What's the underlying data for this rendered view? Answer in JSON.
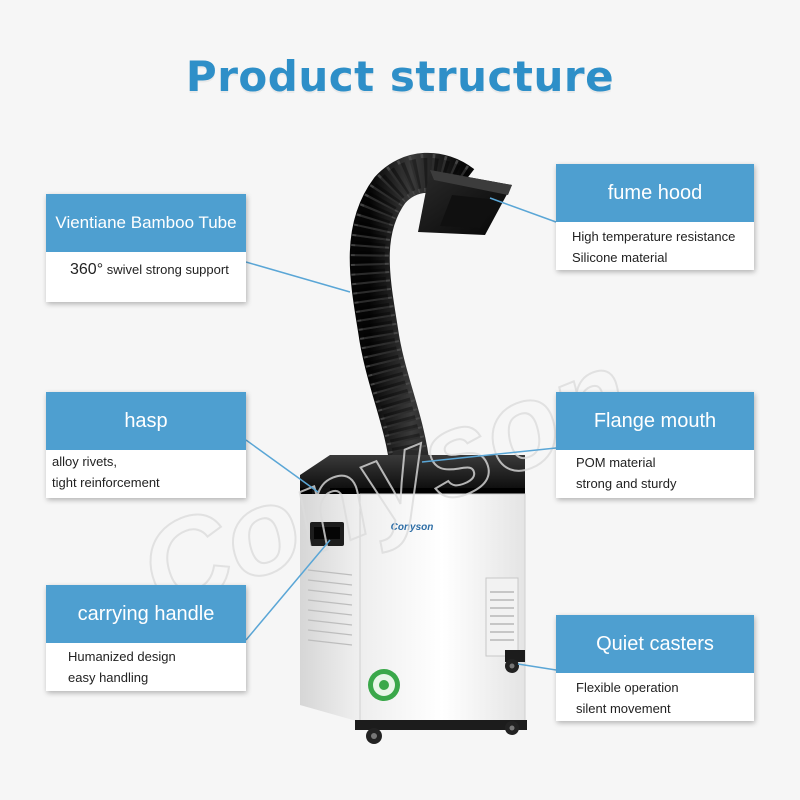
{
  "title": "Product structure",
  "watermark": {
    "brand_text": "Conyson"
  },
  "product": {
    "logo_text": "Conyson"
  },
  "callouts": {
    "bamboo": {
      "title": "Vientiane Bamboo Tube",
      "line1_big": "360°",
      "line1_rest": " swivel strong support"
    },
    "hood": {
      "title": "fume hood",
      "line1": "High temperature resistance",
      "line2": "Silicone material"
    },
    "hasp": {
      "title": "hasp",
      "line1": "alloy rivets,",
      "line2": "tight reinforcement"
    },
    "flange": {
      "title": "Flange mouth",
      "line1": "POM material",
      "line2": "strong and sturdy"
    },
    "handle": {
      "title": "carrying handle",
      "line1": "Humanized design",
      "line2": "easy handling"
    },
    "casters": {
      "title": "Quiet casters",
      "line1": "Flexible operation",
      "line2": "silent movement"
    }
  },
  "colors": {
    "title": "#2e8fc8",
    "callout_header": "#4e9fd0",
    "leader_line": "#5aa6d6",
    "hose": "#1a1a1a",
    "cabinet": "#ffffff"
  }
}
